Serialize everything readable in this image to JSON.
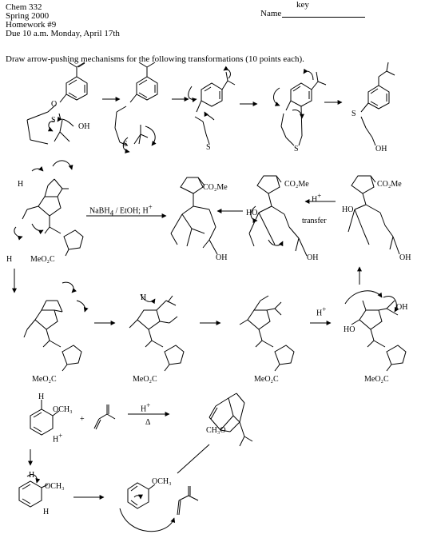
{
  "header": {
    "course": "Chem 332",
    "term": "Spring 2000",
    "assignment": "Homework #9",
    "due": "Due 10 a.m. Monday, April 17th",
    "name_label": "Name",
    "name_value": "key"
  },
  "instructions": "Draw arrow-pushing mechanisms for the following transformations (10 points each).",
  "row1": {
    "oh": "OH",
    "s_labels": [
      "S",
      "S",
      "S",
      "S",
      "S"
    ],
    "final_oh": "OH",
    "o": "O"
  },
  "row2": {
    "h_left": "H",
    "h_left2": "H",
    "reagent": "NaBH",
    "reagent_sub": "4",
    "reagent_rest": " / EtOH; H",
    "hplus": "H",
    "transfer": "transfer",
    "co2me": "CO₂Me",
    "meo2c": "MeO₂C",
    "oh": "OH",
    "ho": "HO",
    "h": "H"
  },
  "row4": {
    "och3": "OCH₃",
    "hplus": "H",
    "plus": "+",
    "reagent": "H",
    "delta": "Δ",
    "ch3o": "CH₃O",
    "h": "H"
  }
}
